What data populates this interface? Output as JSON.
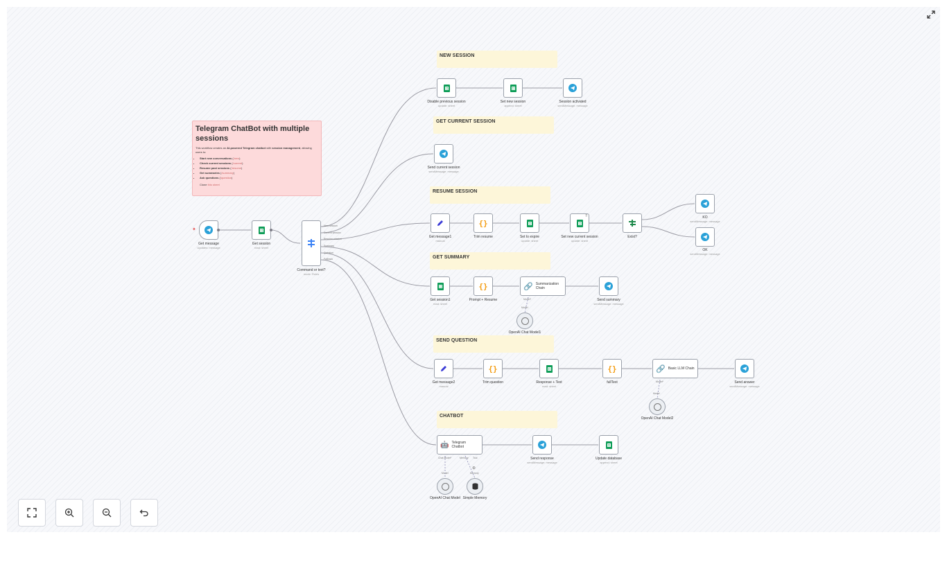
{
  "stickies": {
    "intro": {
      "title": "Telegram ChatBot with multiple sessions",
      "intro_a": "This workflow creates an ",
      "intro_b": "AI-powered Telegram chatbot",
      "intro_c": " with ",
      "intro_d": "session management",
      "intro_e": ", allowing users to:",
      "items": [
        {
          "bold": "Start new conversations",
          "code": "/new"
        },
        {
          "bold": "Check current sessions",
          "code": "/current"
        },
        {
          "bold": "Resume past sessions",
          "code": "/resume"
        },
        {
          "bold": "Get summaries",
          "code": "/summary"
        },
        {
          "bold": "Ask questions",
          "code": "/question"
        }
      ],
      "clone_a": "Clone ",
      "clone_b": "this sheet"
    },
    "new_session": "NEW SESSION",
    "get_current": "GET CURRENT SESSION",
    "resume": "RESUME SESSION",
    "summary": "GET SUMMARY",
    "question": "SEND QUESTION",
    "chatbot": "CHATBOT"
  },
  "nodes": {
    "get_message": {
      "label": "Get message",
      "sub": "Updates: message",
      "icon": "telegram-icon"
    },
    "get_session": {
      "label": "Get session",
      "sub": "read: sheet",
      "icon": "sheets-icon"
    },
    "switch": {
      "label": "Command or text?",
      "sub": "mode: Rules",
      "icon": "switch-icon",
      "outputs": [
        "New session",
        "Current session",
        "Resume session",
        "Summary",
        "Question",
        "Fallback"
      ]
    },
    "disable_prev": {
      "label": "Disable previous session",
      "sub": "update: sheet"
    },
    "set_new": {
      "label": "Set new session",
      "sub": "append: sheet"
    },
    "session_activated": {
      "label": "Session activated",
      "sub": "sendMessage: message"
    },
    "send_current": {
      "label": "Send current session",
      "sub": "sendMessage: message"
    },
    "get_message1": {
      "label": "Get message1",
      "sub": "manual"
    },
    "trim_resume": {
      "label": "Trim resume",
      "sub": ""
    },
    "set_expire": {
      "label": "Set to expire",
      "sub": "update: sheet"
    },
    "set_new_current": {
      "label": "Set new current session",
      "sub": "update: sheet"
    },
    "exist": {
      "label": "Exist?",
      "sub": ""
    },
    "ko": {
      "label": "KO",
      "sub": "sendMessage: message"
    },
    "ok": {
      "label": "OK",
      "sub": "sendMessage: message"
    },
    "get_session1": {
      "label": "Get session1",
      "sub": "read: sheet"
    },
    "prompt_resume": {
      "label": "Prompt + Resume",
      "sub": ""
    },
    "summ_chain": {
      "label": "Summarization Chain",
      "port": "Model*"
    },
    "send_summary": {
      "label": "Send summary",
      "sub": "sendMessage: message"
    },
    "openai1": {
      "label": "OpenAI Chat Model1",
      "edge": "Model"
    },
    "get_message2": {
      "label": "Get message2",
      "sub": "manual"
    },
    "trim_question": {
      "label": "Trim question",
      "sub": ""
    },
    "response_text": {
      "label": "Response + Text",
      "sub": "read: sheet"
    },
    "fulltext": {
      "label": "fullText",
      "sub": ""
    },
    "basic_llm": {
      "label": "Basic LLM Chain",
      "port": "Model*"
    },
    "send_answer": {
      "label": "Send answer",
      "sub": "sendMessage: message"
    },
    "openai2": {
      "label": "OpenAI Chat Model2",
      "edge": "Model"
    },
    "telegram_chatbot": {
      "label": "Telegram Chatbot",
      "ports": [
        "Chat Model*",
        "Memory",
        "Tool"
      ]
    },
    "send_response": {
      "label": "Send response",
      "sub": "sendMessage: message"
    },
    "update_db": {
      "label": "Update database",
      "sub": "append: sheet"
    },
    "openai": {
      "label": "OpenAI Chat Model",
      "edge": "Model"
    },
    "memory": {
      "label": "Simple Memory",
      "edge": "Memory"
    }
  },
  "controls": {
    "fit": "fit-view-icon",
    "zoom_in": "zoom-in-icon",
    "zoom_out": "zoom-out-icon",
    "reset": "reset-icon",
    "fullscreen": "fullscreen-icon"
  },
  "colors": {
    "telegram": "#2aa1d8",
    "sheets": "#0f9d58",
    "code": "#f39c12",
    "edit": "#3b3bd6",
    "switch": "#3b82f6",
    "if": "#1d8a4a",
    "sticky_yellow": "#fdf6d9",
    "sticky_pink": "#fddadb"
  }
}
